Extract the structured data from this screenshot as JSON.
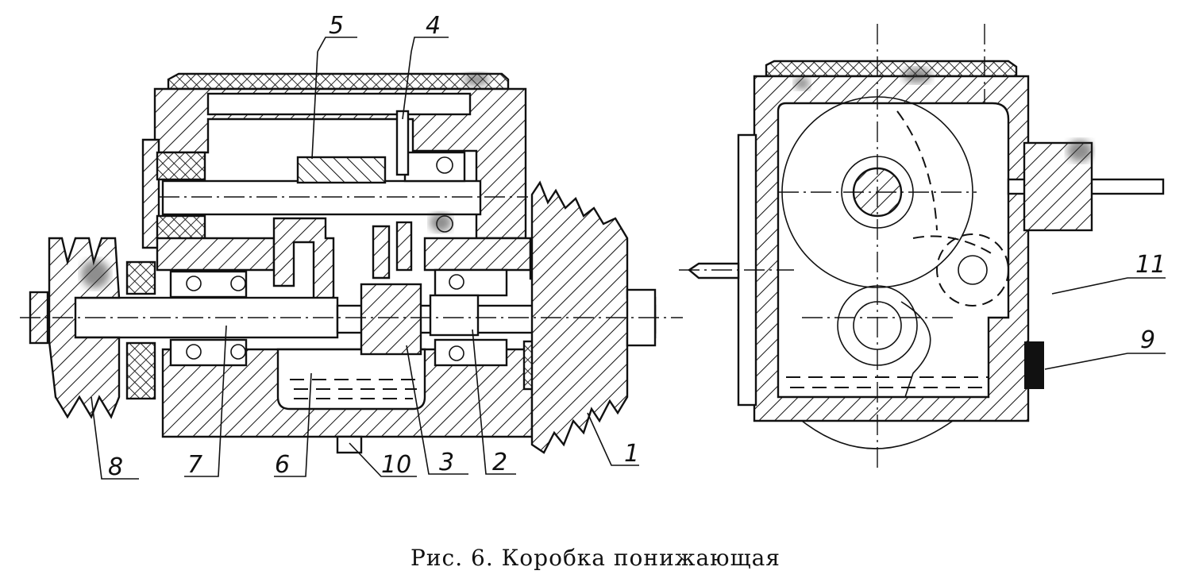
{
  "figure": {
    "caption": "Рис. 6. Коробка понижающая",
    "views": [
      {
        "name": "longitudinal-section",
        "description": "Side cross-section of the reduction gearbox"
      },
      {
        "name": "transverse-section",
        "description": "End cross-section of the reduction gearbox"
      }
    ],
    "callouts": [
      {
        "id": "1",
        "label": "1"
      },
      {
        "id": "2",
        "label": "2"
      },
      {
        "id": "3",
        "label": "3"
      },
      {
        "id": "4",
        "label": "4"
      },
      {
        "id": "5",
        "label": "5"
      },
      {
        "id": "6",
        "label": "6"
      },
      {
        "id": "7",
        "label": "7"
      },
      {
        "id": "8",
        "label": "8"
      },
      {
        "id": "9",
        "label": "9"
      },
      {
        "id": "10",
        "label": "10"
      },
      {
        "id": "11",
        "label": "11"
      }
    ]
  }
}
